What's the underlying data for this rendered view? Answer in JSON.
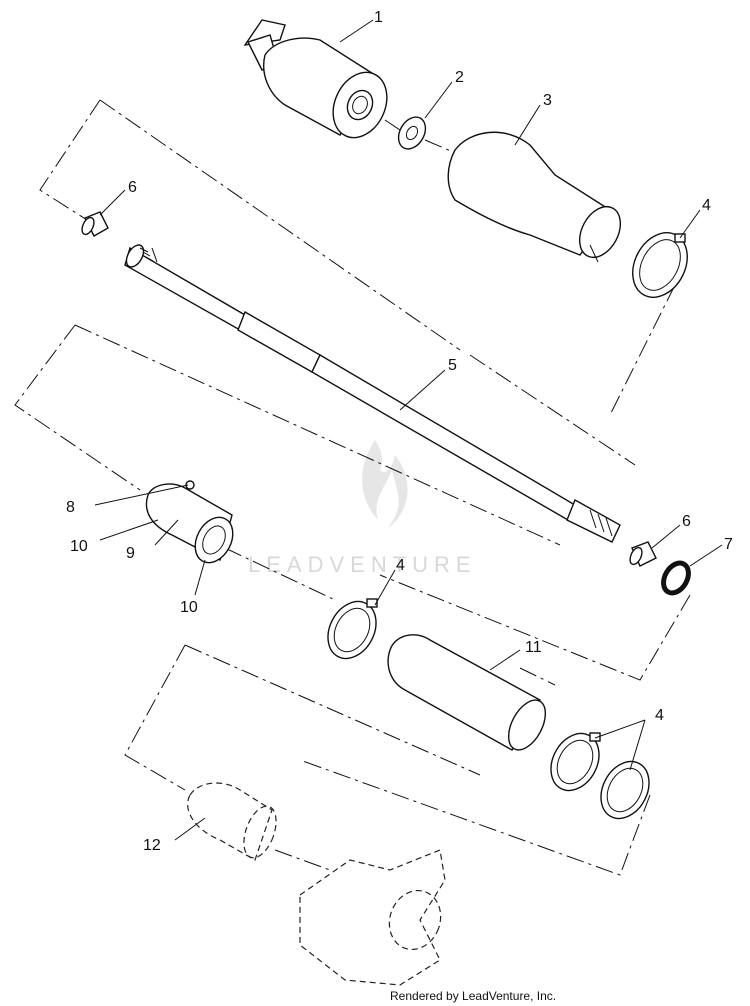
{
  "watermark": {
    "text": "LEADVENTURE"
  },
  "footer": {
    "credit": "Rendered by LeadVenture, Inc."
  },
  "callouts": {
    "c1": "1",
    "c2": "2",
    "c3": "3",
    "c4a": "4",
    "c4b": "4",
    "c4c": "4",
    "c5": "5",
    "c6a": "6",
    "c6b": "6",
    "c7": "7",
    "c8": "8",
    "c9": "9",
    "c10a": "10",
    "c10b": "10",
    "c11": "11",
    "c12": "12"
  }
}
